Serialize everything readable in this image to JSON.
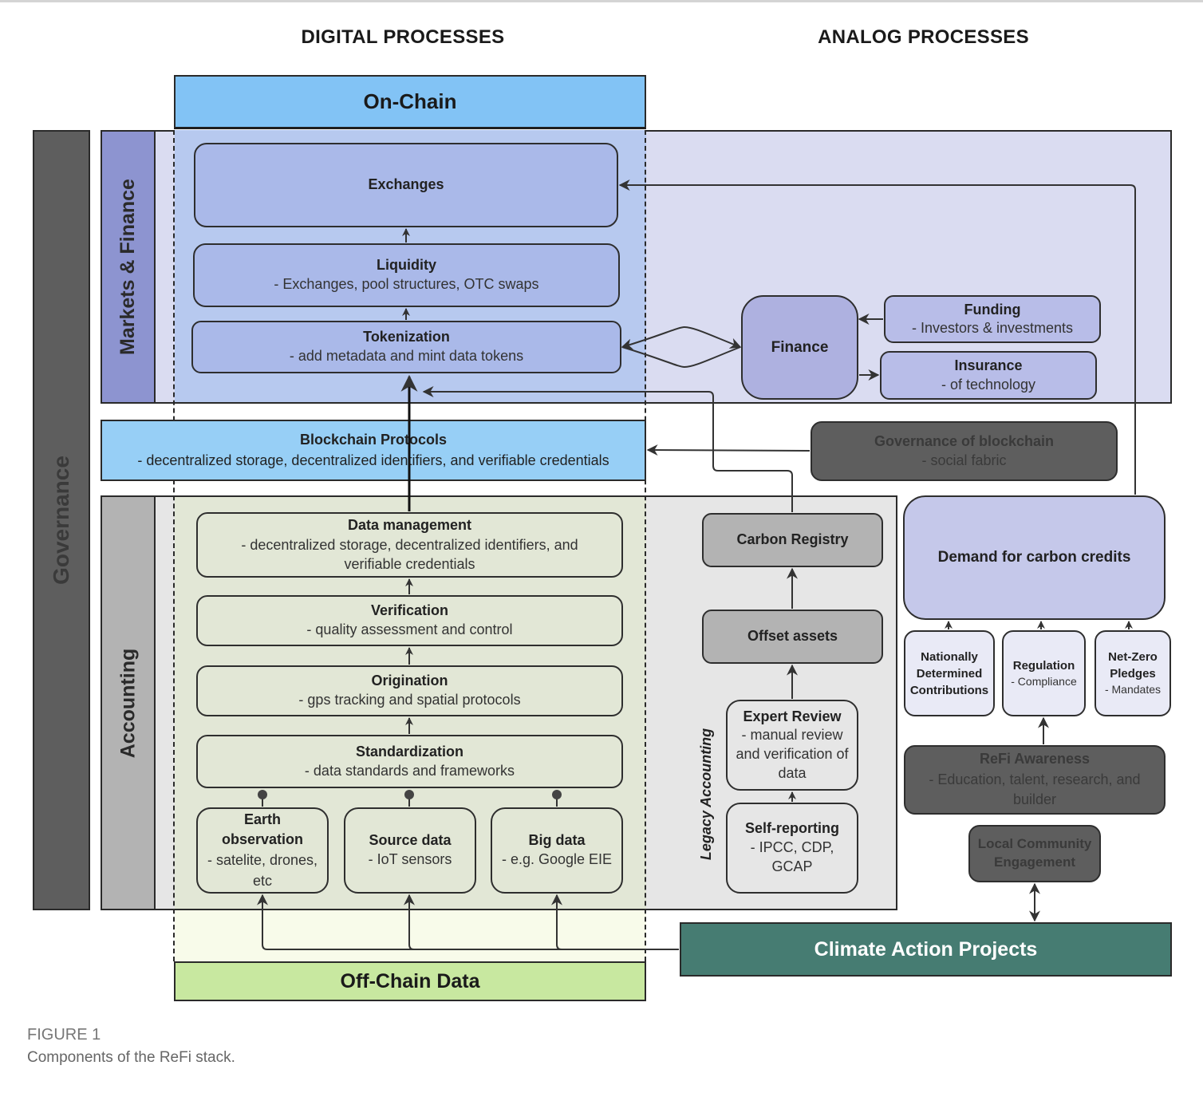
{
  "headers": {
    "digital": "DIGITAL PROCESSES",
    "analog": "ANALOG PROCESSES"
  },
  "on_chain": "On-Chain",
  "off_chain": "Off-Chain Data",
  "governance_label": "Governance",
  "markets_label": "Markets & Finance",
  "accounting_label": "Accounting",
  "legacy_label": "Legacy Accounting",
  "markets": {
    "exchanges": {
      "title": "Exchanges"
    },
    "liquidity": {
      "title": "Liquidity",
      "sub": "- Exchanges, pool structures, OTC swaps"
    },
    "tokenization": {
      "title": "Tokenization",
      "sub": "- add metadata and mint data tokens"
    },
    "finance": {
      "title": "Finance"
    },
    "funding": {
      "title": "Funding",
      "sub": "- Investors & investments"
    },
    "insurance": {
      "title": "Insurance",
      "sub": "- of technology"
    }
  },
  "blockchain_protocols": {
    "title": "Blockchain Protocols",
    "sub": "- decentralized storage, decentralized identifiers, and verifiable credentials"
  },
  "governance_blockchain": {
    "title": "Governance of blockchain",
    "sub": "- social fabric"
  },
  "accounting": {
    "data_management": {
      "title": "Data management",
      "sub": "- decentralized storage, decentralized identifiers, and verifiable credentials"
    },
    "verification": {
      "title": "Verification",
      "sub": "- quality assessment and control"
    },
    "origination": {
      "title": "Origination",
      "sub": "- gps tracking and spatial protocols"
    },
    "standardization": {
      "title": "Standardization",
      "sub": "- data standards and frameworks"
    },
    "earth_observation": {
      "title": "Earth observation",
      "sub": "- satelite, drones, etc"
    },
    "source_data": {
      "title": "Source data",
      "sub": "- IoT sensors"
    },
    "big_data": {
      "title": "Big data",
      "sub": "- e.g. Google EIE"
    }
  },
  "legacy": {
    "carbon_registry": {
      "title": "Carbon Registry"
    },
    "offset_assets": {
      "title": "Offset assets"
    },
    "expert_review": {
      "title": "Expert Review",
      "sub": "- manual review and verification of data"
    },
    "self_reporting": {
      "title": "Self-reporting",
      "sub": "- IPCC, CDP, GCAP"
    }
  },
  "demand": {
    "main": {
      "title": "Demand for carbon credits"
    },
    "ndc": {
      "title": "Nationally Determined Contributions"
    },
    "regulation": {
      "title": "Regulation",
      "sub": "- Compliance"
    },
    "net_zero": {
      "title": "Net-Zero Pledges",
      "sub": "- Mandates"
    }
  },
  "refi_awareness": {
    "title": "ReFi Awareness",
    "sub": "- Education, talent, research, and builder"
  },
  "local_community": {
    "title": "Local Community Engagement"
  },
  "climate_action": "Climate Action Projects",
  "caption": {
    "figure": "FIGURE 1",
    "text": "Components of the ReFi stack."
  },
  "colors": {
    "on_chain": "#82c3f5",
    "blockchain_protocols": "#97cff6",
    "markets_band": "#dadcf1",
    "markets_label": "#8d94d0",
    "digital_markets": "#b7c9ef",
    "box_blue": "#aab9e9",
    "finance": "#aeb1e0",
    "governance": "#5e5e5e",
    "accounting_band": "#e6e6e6",
    "accounting_label": "#b3b3b3",
    "digital_accounting": "#e2e7d6",
    "off_chain": "#c8e8a0",
    "off_chain_zone": "#f8fbea",
    "legacy_box": "#b3b3b3",
    "demand": "#c5c8ea",
    "demand_small": "#e9eaf6",
    "dark_box": "#5e5e5e",
    "climate_action": "#467c72"
  }
}
